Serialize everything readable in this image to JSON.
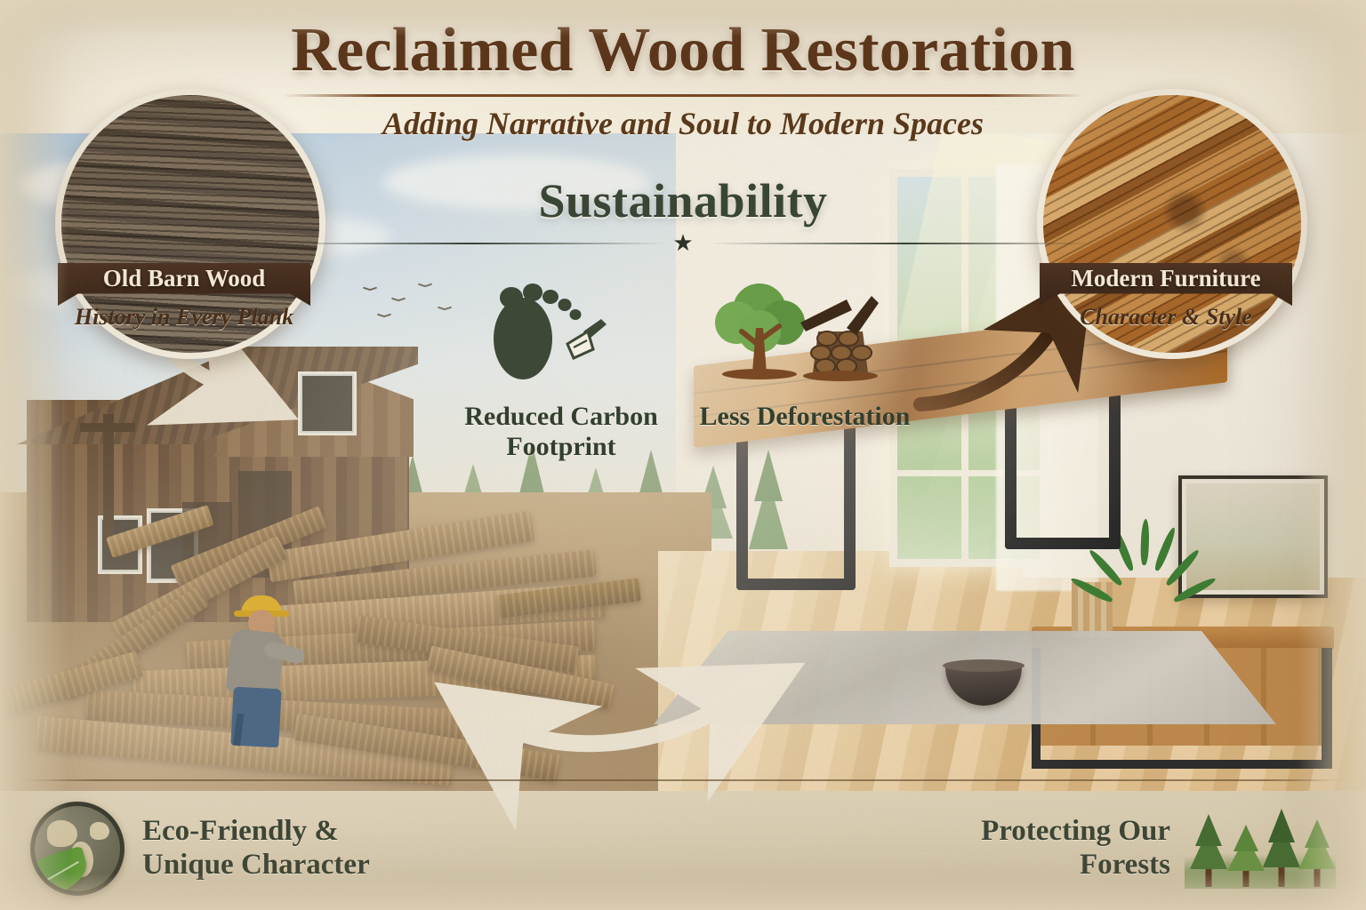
{
  "header": {
    "title": "Reclaimed Wood Restoration",
    "subtitle": "Adding Narrative and Soul to Modern Spaces"
  },
  "medallions": [
    {
      "id": "old-barn-wood",
      "ribbon_label": "Old Barn Wood",
      "caption": "History in Every Plank",
      "image_alt": "weathered barn wood planks close-up"
    },
    {
      "id": "modern-furniture",
      "ribbon_label": "Modern Furniture",
      "caption": "Character & Style",
      "image_alt": "polished reclaimed wood plank surface"
    }
  ],
  "sustainability": {
    "heading": "Sustainability",
    "divider_icon": "star-icon",
    "benefits": [
      {
        "icon": "footprint-icon",
        "label": "Reduced Carbon Footprint"
      },
      {
        "icon": "tree-woodpile-icon",
        "label": "Less Deforestation"
      }
    ]
  },
  "scene": {
    "left_alt": "Worker in yellow hard hat salvaging reclaimed beams beside a derelict barn",
    "right_alt": "Sunlit modern interior with reclaimed wood dining table, sideboard and rug",
    "arrows": [
      {
        "name": "arrow-to-barn",
        "color": "#efe7d6"
      },
      {
        "name": "arrow-transition",
        "color": "#efe7d6"
      },
      {
        "name": "arrow-to-furniture",
        "color": "#4a2e18"
      }
    ]
  },
  "footer": {
    "left": {
      "icon": "globe-leaf-icon",
      "text_line1": "Eco-Friendly &",
      "text_line2": "Unique Character"
    },
    "right": {
      "icon": "pine-trees-icon",
      "text_line1": "Protecting Our",
      "text_line2": "Forests"
    }
  },
  "colors": {
    "title_brown": "#5b3318",
    "ribbon_brown": "#3b2618",
    "green_text": "#34402f",
    "paper": "#e7dcc3",
    "accent_wood": "#a4601f"
  }
}
